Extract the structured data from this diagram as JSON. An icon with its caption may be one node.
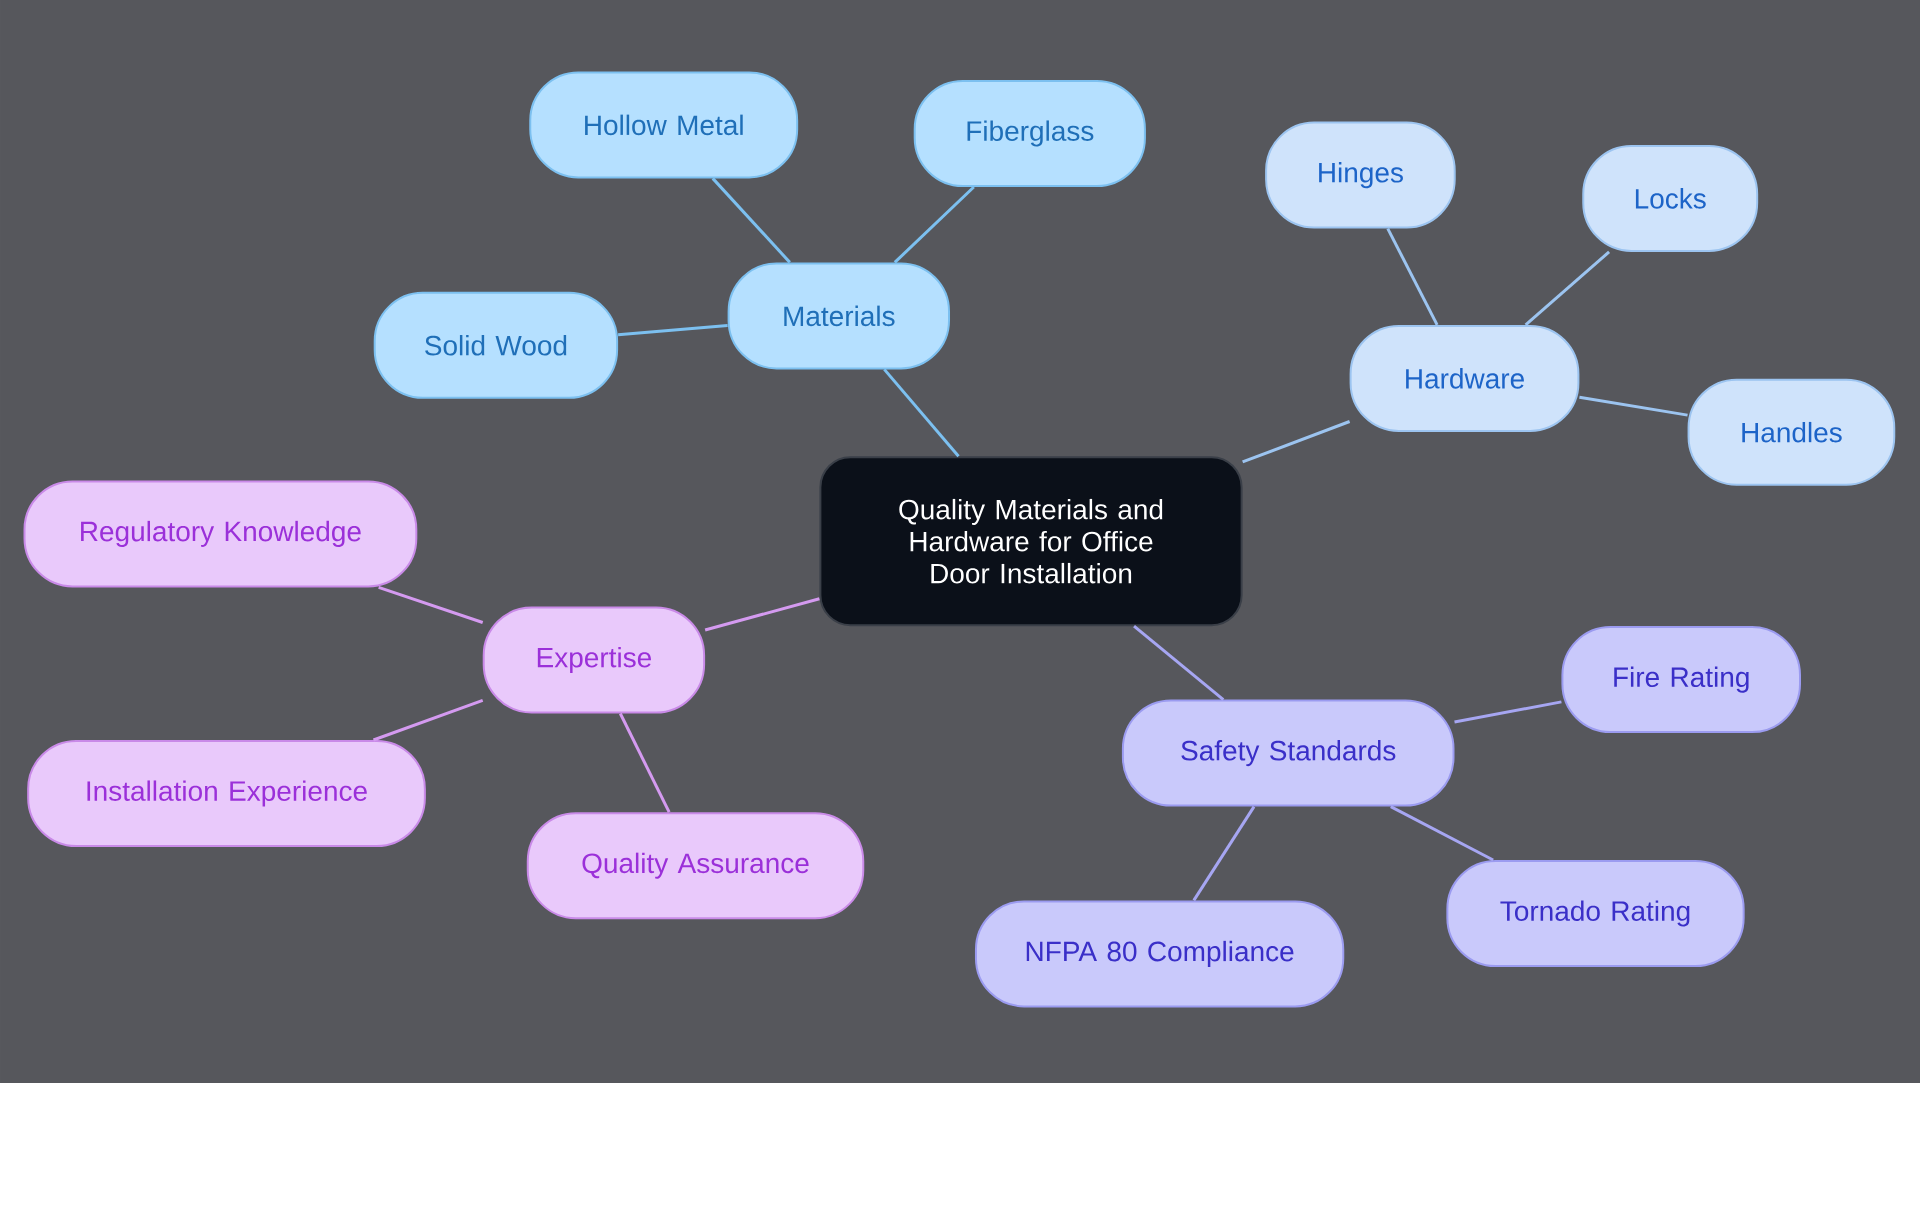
{
  "diagram": {
    "nodes": [
      {
        "text": [
          "Quality Materials and Hardware for Office Door Installation"
        ]
      },
      {
        "text": [
          "Materials"
        ]
      },
      {
        "text": [
          "Hollow Metal"
        ]
      },
      {
        "text": [
          "Fiberglass"
        ]
      },
      {
        "text": [
          "Solid Wood"
        ]
      },
      {
        "text": [
          "Hardware"
        ]
      },
      {
        "text": [
          "Hinges"
        ]
      },
      {
        "text": [
          "Locks"
        ]
      },
      {
        "text": [
          "Handles"
        ]
      },
      {
        "text": [
          "Expertise"
        ]
      },
      {
        "text": [
          "Regulatory Knowledge"
        ]
      },
      {
        "text": [
          "Installation Experience"
        ]
      },
      {
        "text": [
          "Quality Assurance"
        ]
      },
      {
        "text": [
          "Safety Standards"
        ]
      },
      {
        "text": [
          "Fire Rating"
        ]
      },
      {
        "text": [
          "Tornado Rating"
        ]
      },
      {
        "text": [
          "NFPA 80 Compliance"
        ]
      }
    ],
    "edges": [
      {
        "from": 0,
        "to": 1,
        "arrow": "none",
        "color": "#7cc0f0"
      },
      {
        "from": 1,
        "to": 2,
        "arrow": "none",
        "color": "#7cc0f0"
      },
      {
        "from": 1,
        "to": 3,
        "arrow": "none",
        "color": "#7cc0f0"
      },
      {
        "from": 1,
        "to": 4,
        "arrow": "none",
        "color": "#7cc0f0"
      },
      {
        "from": 0,
        "to": 5,
        "arrow": "none",
        "color": "#9cc4f0"
      },
      {
        "from": 5,
        "to": 6,
        "arrow": "none",
        "color": "#9cc4f0"
      },
      {
        "from": 5,
        "to": 7,
        "arrow": "none",
        "color": "#9cc4f0"
      },
      {
        "from": 5,
        "to": 8,
        "arrow": "none",
        "color": "#9cc4f0"
      },
      {
        "from": 0,
        "to": 9,
        "arrow": "none",
        "color": "#d49af0"
      },
      {
        "from": 9,
        "to": 10,
        "arrow": "none",
        "color": "#d49af0"
      },
      {
        "from": 9,
        "to": 11,
        "arrow": "none",
        "color": "#d49af0"
      },
      {
        "from": 9,
        "to": 12,
        "arrow": "none",
        "color": "#d49af0"
      },
      {
        "from": 0,
        "to": 13,
        "arrow": "none",
        "color": "#a6a6f2"
      },
      {
        "from": 13,
        "to": 14,
        "arrow": "none",
        "color": "#a6a6f2"
      },
      {
        "from": 13,
        "to": 15,
        "arrow": "none",
        "color": "#a6a6f2"
      },
      {
        "from": 13,
        "to": 16,
        "arrow": "none",
        "color": "#a6a6f2"
      }
    ]
  }
}
